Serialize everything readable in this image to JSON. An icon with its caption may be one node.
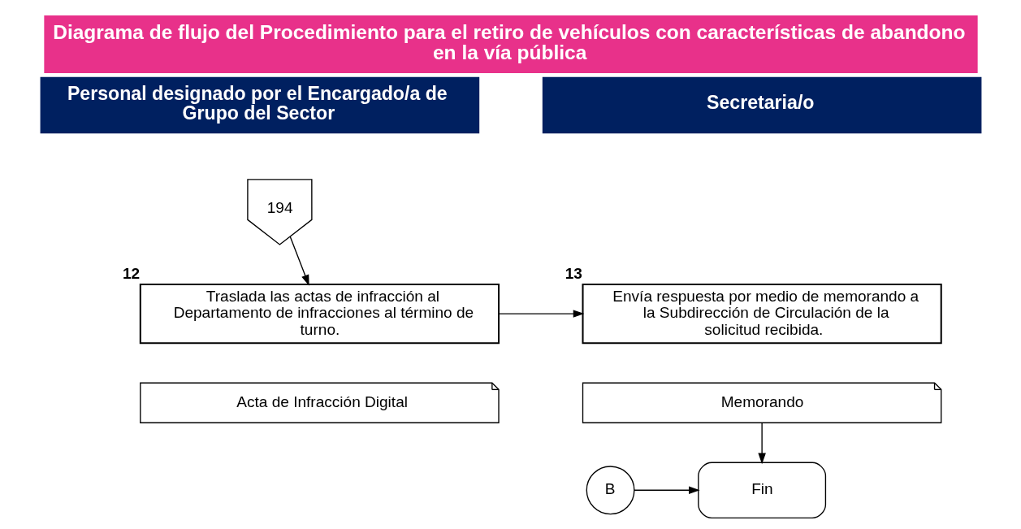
{
  "diagram": {
    "title": "Diagrama de flujo del Procedimiento para el retiro de vehículos con características de abandono en la vía pública",
    "nodes": [
      {
        "text": [
          "Personal designado por el Encargado/a de Grupo del Sector"
        ]
      },
      {
        "text": [
          "Secretaria/o"
        ]
      },
      {
        "text": [
          "194"
        ]
      },
      {
        "text": [
          "Traslada las actas de infracción al Departamento de infracciones al término de turno."
        ],
        "beside": [
          "12"
        ]
      },
      {
        "text": [
          "Acta de Infracción Digital"
        ]
      },
      {
        "text": [
          "Envía respuesta por medio de memorando a la Subdirección de Circulación de la solicitud recibida."
        ],
        "beside": [
          "13"
        ]
      },
      {
        "text": [
          "Memorando"
        ]
      },
      {
        "text": [
          "B"
        ]
      },
      {
        "text": [
          "Fin"
        ]
      }
    ],
    "edges": [
      {
        "from": 2,
        "to": 3,
        "arrow": "to"
      },
      {
        "from": 3,
        "to": 5,
        "arrow": "to"
      },
      {
        "from": 6,
        "to": 8,
        "arrow": "to"
      },
      {
        "from": 7,
        "to": 8,
        "arrow": "to"
      }
    ]
  }
}
